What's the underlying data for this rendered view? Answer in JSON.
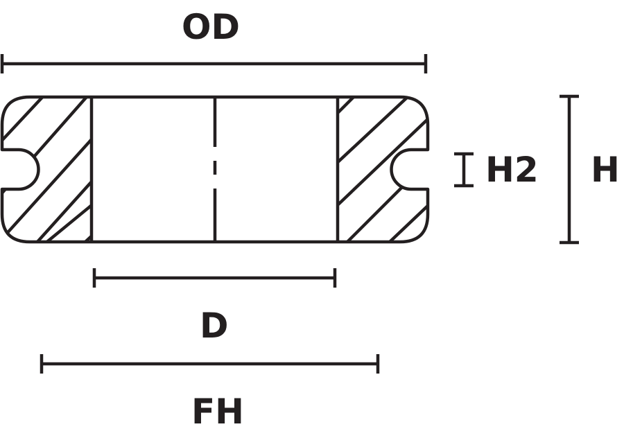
{
  "figure": {
    "type": "technical-cross-section",
    "subject": "cable grommet profile",
    "stroke_color": "#231f20",
    "background_color": "#ffffff"
  },
  "dimensions": {
    "od": {
      "label": "OD"
    },
    "d": {
      "label": "D"
    },
    "fh": {
      "label": "FH"
    },
    "h2": {
      "label": "H2"
    },
    "h": {
      "label": "H"
    }
  }
}
